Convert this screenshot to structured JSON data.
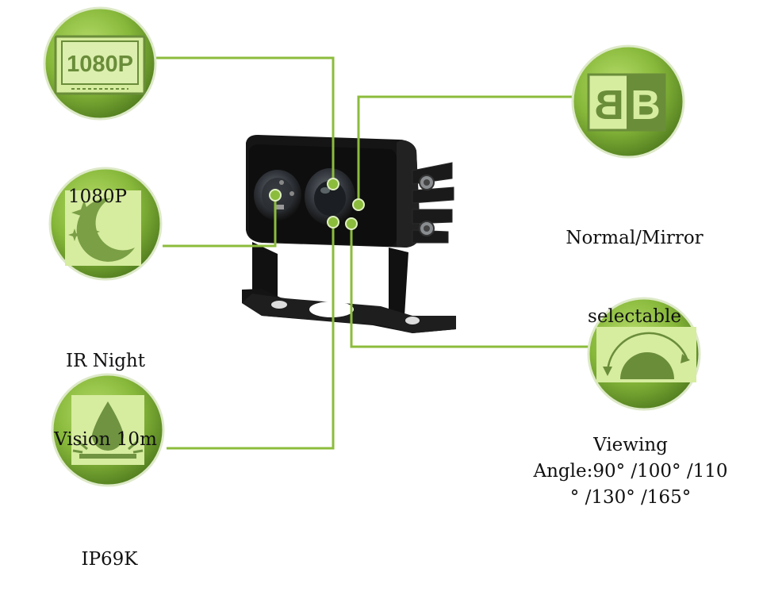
{
  "features": {
    "resolution": {
      "label": "1080P",
      "icon_text": "1080P",
      "icon": "monitor-1080p-icon"
    },
    "ir_night": {
      "label_line1": "IR Night",
      "label_line2": "Vision 10m",
      "icon": "moon-stars-icon"
    },
    "waterproof": {
      "label": "IP69K",
      "icon": "water-drop-icon"
    },
    "mirror": {
      "label_line1": "Normal/Mirror",
      "label_line2": "selectable",
      "icon": "mirror-b-icon"
    },
    "viewing": {
      "label_line1": "Viewing",
      "label_line2": "Angle:90° /100° /110",
      "label_line3": "° /130° /165°",
      "icon": "viewing-angle-icon"
    }
  },
  "colors": {
    "green_dark": "#5f8c28",
    "green_mid": "#8cbc3c",
    "green_light": "#c8e59a",
    "icon_panel": "#d6ec9f",
    "icon_ink": "#6a8d3a",
    "camera_body": "#1b1b1b"
  }
}
